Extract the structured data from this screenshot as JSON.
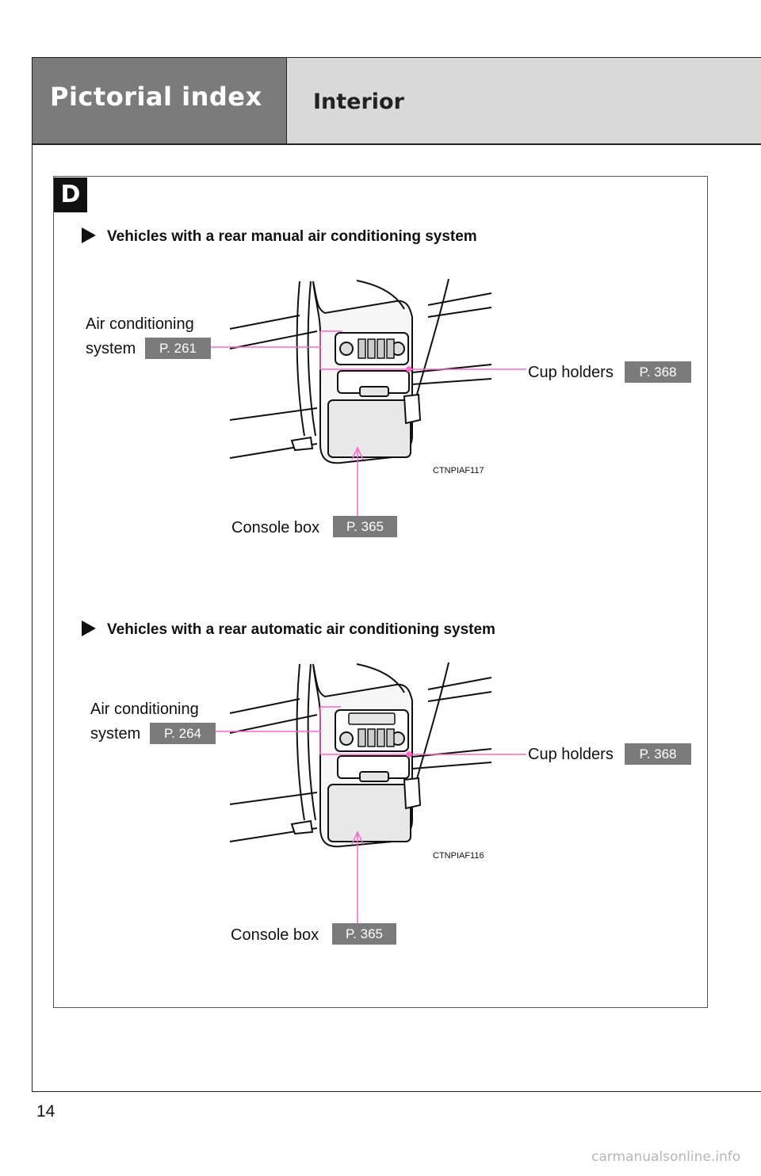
{
  "header": {
    "title": "Pictorial index",
    "subtitle": "Interior"
  },
  "section": {
    "tag": "D"
  },
  "figures": [
    {
      "heading": "Vehicles with a rear manual air conditioning system",
      "ac_label_line1": "Air conditioning",
      "ac_label_line2": "system",
      "ac_page": "P. 261",
      "cup_label": "Cup holders",
      "cup_page": "P. 368",
      "console_label": "Console box",
      "console_page": "P. 365",
      "code": "CTNPIAF117"
    },
    {
      "heading": "Vehicles with a rear automatic air conditioning system",
      "ac_label_line1": "Air conditioning",
      "ac_label_line2": "system",
      "ac_page": "P. 264",
      "cup_label": "Cup holders",
      "cup_page": "P. 368",
      "console_label": "Console box",
      "console_page": "P. 365",
      "code": "CTNPIAF116"
    }
  ],
  "page_number": "14",
  "watermark": "carmanualsonline.info",
  "colors": {
    "header_dark": "#7b7b7b",
    "header_light": "#d9d9d9",
    "badge": "#7b7b7b",
    "leader_line": "#ff66cc"
  }
}
